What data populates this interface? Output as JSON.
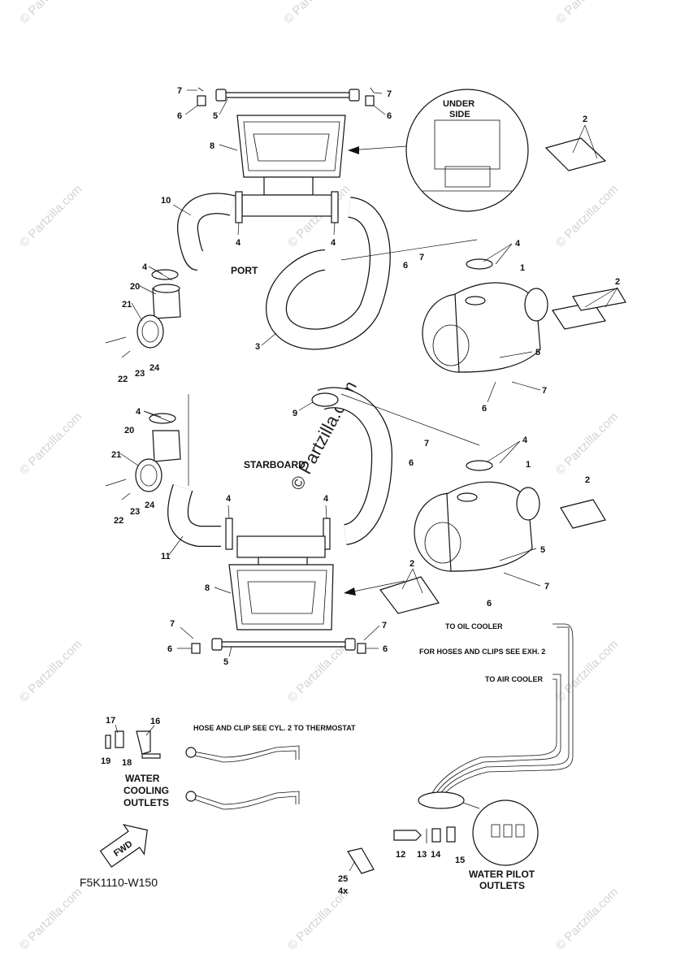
{
  "watermark": {
    "text": "© Partzilla.com",
    "center_text": "© Partzilla.com"
  },
  "labels": {
    "port": "PORT",
    "starboard": "STARBOARD",
    "under_side_1": "UNDER",
    "under_side_2": "SIDE",
    "to_oil_cooler": "TO OIL COOLER",
    "hoses_clips_note": "FOR HOSES AND CLIPS SEE EXH. 2",
    "to_air_cooler": "TO AIR COOLER",
    "hose_clip_note": "HOSE AND CLIP SEE CYL. 2 TO THERMOSTAT",
    "water_cooling_1": "WATER",
    "water_cooling_2": "COOLING",
    "water_cooling_3": "OUTLETS",
    "water_pilot_1": "WATER PILOT",
    "water_pilot_2": "OUTLETS",
    "fwd": "FWD",
    "drawing_code": "F5K1110-W150",
    "qty_4x": "4x"
  },
  "callouts": {
    "n1": "1",
    "n2": "2",
    "n3": "3",
    "n4": "4",
    "n5": "5",
    "n6": "6",
    "n7": "7",
    "n8": "8",
    "n9": "9",
    "n10": "10",
    "n11": "11",
    "n12": "12",
    "n13": "13",
    "n14": "14",
    "n15": "15",
    "n16": "16",
    "n17": "17",
    "n18": "18",
    "n19": "19",
    "n20": "20",
    "n21": "21",
    "n22": "22",
    "n23": "23",
    "n24": "24",
    "n25": "25"
  }
}
